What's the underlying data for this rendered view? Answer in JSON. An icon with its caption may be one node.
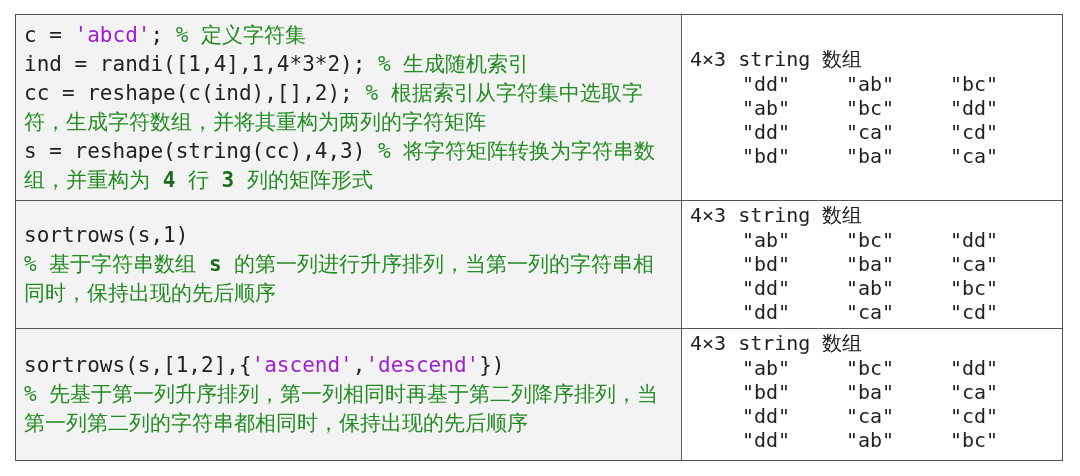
{
  "diagram": {
    "labels": [
      "c = 'abcd';  % 定义字符集",
      "ind = randi([1,4],1,4*3*2); % 生成随机索引",
      "cc = reshape(c(ind),[],2);  % 根据索引从字符集中选取字符，生成字符数组，并将其重构为两列的字符矩阵",
      "s = reshape(string(cc),4,3) % 将字符矩阵转换为字符串数组，并重构为 **4** 行 **3** 列的矩阵形式",
      "4×3 string 数组",
      "\"dd\"",
      "\"ab\"",
      "\"bc\"",
      "\"ab\"",
      "\"bc\"",
      "\"dd\"",
      "\"dd\"",
      "\"ca\"",
      "\"cd\"",
      "\"bd\"",
      "\"ba\"",
      "\"ca\"",
      "sortrows(s,1)",
      "% 基于字符串数组 **s** 的第一列进行升序排列，当第一列的字符串相同时，保持出现的先后顺序",
      "4×3 string 数组",
      "\"ab\"",
      "\"bc\"",
      "\"dd\"",
      "\"bd\"",
      "\"ba\"",
      "\"ca\"",
      "\"dd\"",
      "\"ab\"",
      "\"bc\"",
      "\"dd\"",
      "\"ca\"",
      "\"cd\"",
      "sortrows(s,[1,2],{'ascend','descend'})",
      "% 先基于第一列升序排列，第一列相同时再基于第二列降序排列，当第一列第二列的字符串都相同时，保持出现的先后顺序",
      "4×3 string 数组",
      "\"ab\"",
      "\"bc\"",
      "\"dd\"",
      "\"bd\"",
      "\"ba\"",
      "\"ca\"",
      "\"dd\"",
      "\"ca\"",
      "\"cd\"",
      "\"dd\"",
      "\"ab\"",
      "\"bc\""
    ]
  }
}
